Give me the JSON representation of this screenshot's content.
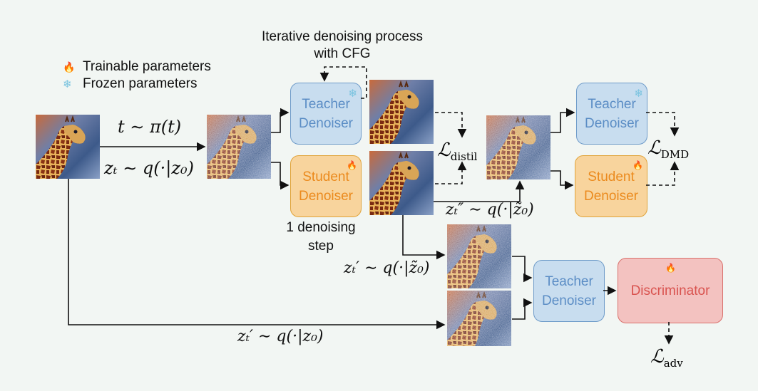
{
  "legend": {
    "trainable_icon": "flame-icon",
    "trainable_label": "Trainable parameters",
    "frozen_icon": "snowflake-icon",
    "frozen_label": "Frozen parameters"
  },
  "annotations": {
    "iterative_line1": "Iterative denoising process",
    "iterative_line2": "with CFG",
    "one_step_line1": "1 denoising",
    "one_step_line2": "step"
  },
  "math": {
    "t_sample": "t ∼ π(t)",
    "zt_sample": "zₜ ∼ q(·|z₀)",
    "ztpp_sample": "zₜ″ ∼ q(·|z̃₀)",
    "ztp_tilde_sample": "zₜ′ ∼ q(·|z̃₀)",
    "ztp_sample": "zₜ′ ∼ q(·|z₀)"
  },
  "losses": {
    "distil": {
      "base": "ℒ",
      "sub": "distil"
    },
    "dmd": {
      "base": "ℒ",
      "sub": "DMD"
    },
    "adv": {
      "base": "ℒ",
      "sub": "adv"
    }
  },
  "boxes": {
    "teacher1": {
      "line1": "Teacher",
      "line2": "Denoiser"
    },
    "student1": {
      "line1": "Student",
      "line2": "Denoiser"
    },
    "teacher2": {
      "line1": "Teacher",
      "line2": "Denoiser"
    },
    "student2": {
      "line1": "Student",
      "line2": "Denoiser"
    },
    "teacher3": {
      "line1": "Teacher",
      "line2": "Denoiser"
    },
    "discriminator": {
      "label": "Discriminator"
    }
  },
  "colors": {
    "teacher_fill": "#c8ddef",
    "teacher_text": "#5b8dc5",
    "student_fill": "#f8d49d",
    "student_text": "#eb8a1d",
    "discriminator_fill": "#f3c2c0",
    "discriminator_text": "#d9534f",
    "background": "#f2f6f3"
  }
}
